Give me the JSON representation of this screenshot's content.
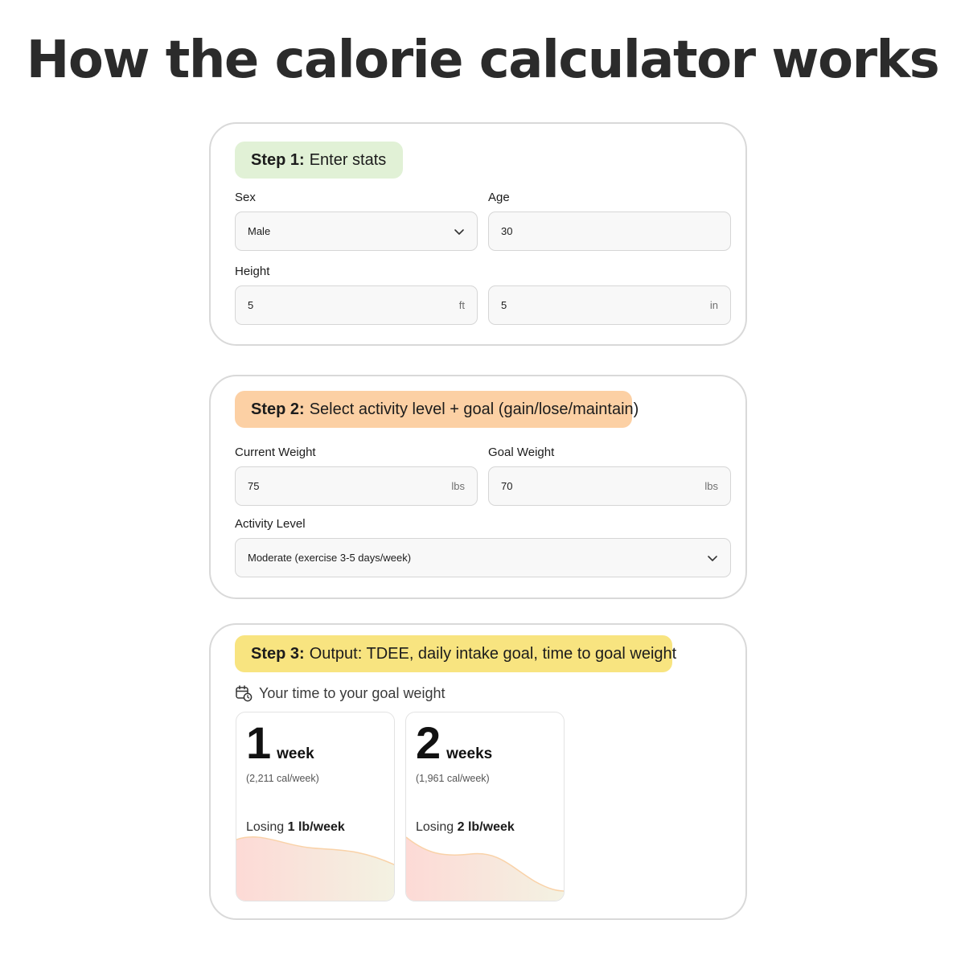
{
  "title": "How the calorie calculator works",
  "step1": {
    "label_bold": "Step 1:",
    "label_text": "Enter stats",
    "sex_label": "Sex",
    "sex_value": "Male",
    "age_label": "Age",
    "age_value": "30",
    "height_label": "Height",
    "height_ft_value": "5",
    "height_ft_unit": "ft",
    "height_in_value": "5",
    "height_in_unit": "in"
  },
  "step2": {
    "label_bold": "Step 2:",
    "label_text": "Select activity level + goal (gain/lose/maintain)",
    "current_weight_label": "Current Weight",
    "current_weight_value": "75",
    "current_weight_unit": "lbs",
    "goal_weight_label": "Goal Weight",
    "goal_weight_value": "70",
    "goal_weight_unit": "lbs",
    "activity_label": "Activity Level",
    "activity_value": "Moderate (exercise 3-5 days/week)"
  },
  "step3": {
    "label_bold": "Step 3:",
    "label_text": "Output: TDEE, daily intake goal, time to goal weight",
    "output_heading": "Your time to your goal weight",
    "cards": [
      {
        "number": "1",
        "unit": "week",
        "calories": "(2,211 cal/week)",
        "losing_prefix": "Losing",
        "losing_rate": "1 lb/week"
      },
      {
        "number": "2",
        "unit": "weeks",
        "calories": "(1,961 cal/week)",
        "losing_prefix": "Losing",
        "losing_rate": "2 lb/week"
      }
    ]
  },
  "colors": {
    "step1_pill": "#e1f1d6",
    "step2_pill": "#fcd0a4",
    "step3_pill": "#f8e480",
    "card_border": "#d9d9d9"
  },
  "icons": {
    "sex_dropdown": "chevron-down-icon",
    "activity_dropdown": "chevron-down-icon",
    "output_heading": "calendar-clock-icon"
  }
}
